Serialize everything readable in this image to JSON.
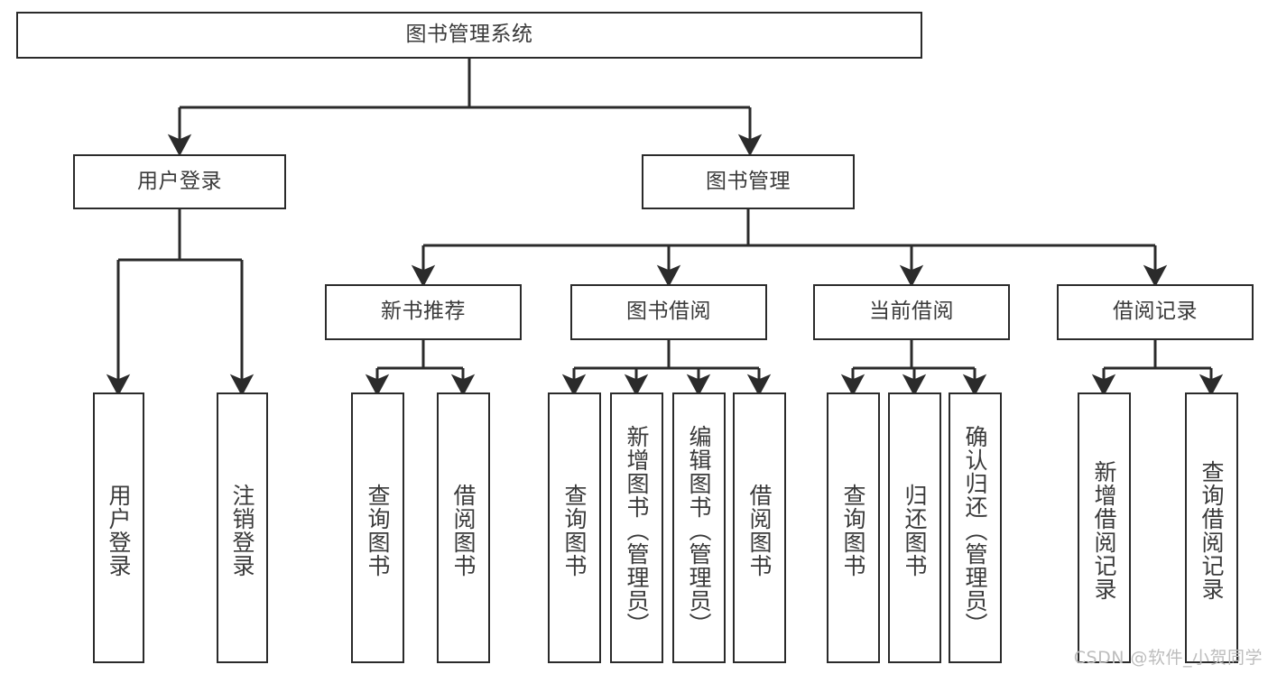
{
  "diagram": {
    "title": "图书管理系统",
    "type": "tree-hierarchy",
    "colors": {
      "box_border": "#2b2b2b",
      "box_fill": "#ffffff",
      "connector": "#2b2b2b",
      "text": "#3a3a3a",
      "background": "#ffffff",
      "watermark": "#bdbdbd"
    },
    "nodes": {
      "root": {
        "label": "图书管理系统"
      },
      "level2": [
        {
          "label": "用户登录"
        },
        {
          "label": "图书管理"
        }
      ],
      "level3": [
        {
          "label": "新书推荐"
        },
        {
          "label": "图书借阅"
        },
        {
          "label": "当前借阅"
        },
        {
          "label": "借阅记录"
        }
      ],
      "leaves": {
        "user_login": [
          {
            "label": "用户登录"
          },
          {
            "label": "注销登录"
          }
        ],
        "new_book_recommend": [
          {
            "label": "查询图书"
          },
          {
            "label": "借阅图书"
          }
        ],
        "book_borrow": [
          {
            "label": "查询图书"
          },
          {
            "label": "新增图书（管理员）"
          },
          {
            "label": "编辑图书（管理员）"
          },
          {
            "label": "借阅图书"
          }
        ],
        "current_borrow": [
          {
            "label": "查询图书"
          },
          {
            "label": "归还图书"
          },
          {
            "label": "确认归还（管理员）"
          }
        ],
        "borrow_record": [
          {
            "label": "新增借阅记录"
          },
          {
            "label": "查询借阅记录"
          }
        ]
      }
    },
    "watermark": "CSDN @软件_小贺同学"
  }
}
